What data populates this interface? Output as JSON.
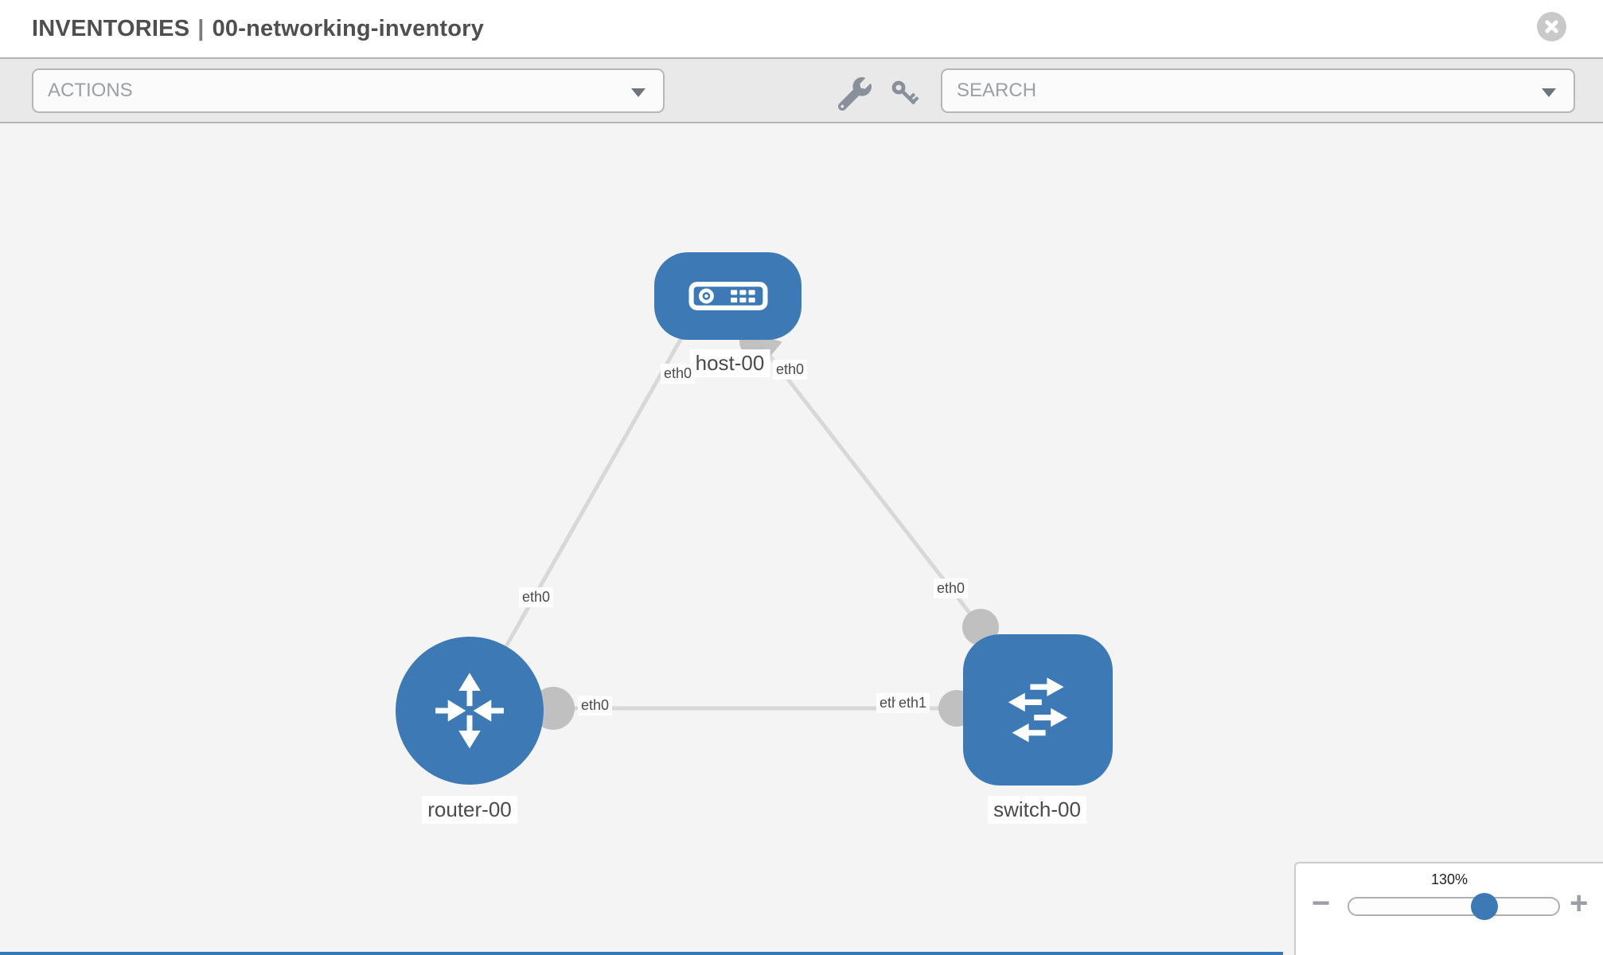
{
  "header": {
    "section": "INVENTORIES",
    "separator": "|",
    "inventory_name": "00-networking-inventory"
  },
  "toolbar": {
    "actions_label": "ACTIONS",
    "search_placeholder": "SEARCH"
  },
  "topology": {
    "nodes": [
      {
        "label": "host-00",
        "type": "host"
      },
      {
        "label": "router-00",
        "type": "router"
      },
      {
        "label": "switch-00",
        "type": "switch"
      }
    ],
    "interfaces": [
      {
        "label": "eth0",
        "position": "host-left"
      },
      {
        "label": "eth0",
        "position": "host-right"
      },
      {
        "label": "eth0",
        "position": "host-router-link-mid"
      },
      {
        "label": "eth0",
        "position": "router-right"
      },
      {
        "label": "eth0",
        "position": "switch-top"
      },
      {
        "label": "eth0",
        "position": "switch-left-back"
      },
      {
        "label": "eth1",
        "position": "switch-left-front"
      }
    ],
    "links": [
      {
        "from": "host-00",
        "to": "router-00"
      },
      {
        "from": "host-00",
        "to": "switch-00"
      },
      {
        "from": "router-00",
        "to": "switch-00"
      }
    ]
  },
  "zoom_control": {
    "level": "130%",
    "minus_label": "−",
    "plus_label": "+"
  },
  "colors": {
    "node_blue": "#3d7ab5",
    "canvas_bg": "#f4f4f4",
    "link_gray": "#d8d8d8",
    "stub_gray": "#c0c0c0",
    "accent_strip": "#337ab7"
  }
}
